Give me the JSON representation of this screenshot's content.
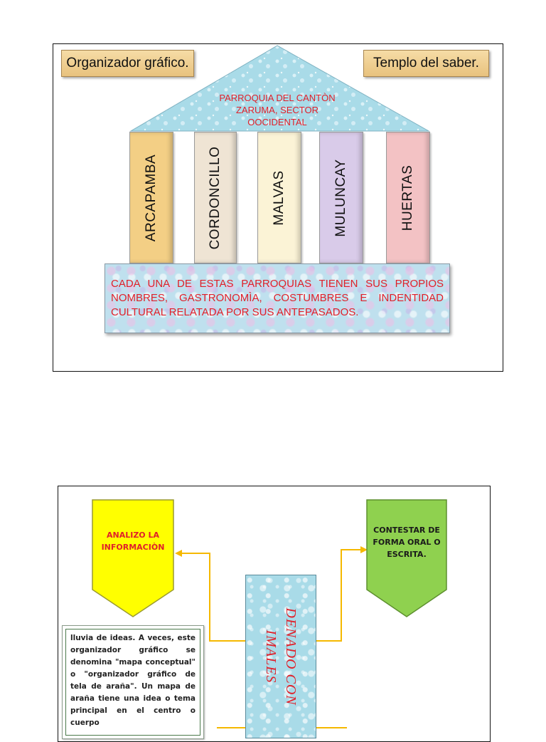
{
  "temple_diagram": {
    "left_label": "Organizador gráfico.",
    "right_label": "Templo del saber.",
    "roof_text": [
      "PARROQUIA DEL CANTÒN",
      "ZARUMA, SECTOR",
      "OOCIDENTAL"
    ],
    "columns": [
      {
        "label": "ARCAPAMBA",
        "color": "#f3cf85"
      },
      {
        "label": "CORDONCILLO",
        "color": "#efe4d4"
      },
      {
        "label": "MALVAS",
        "color": "#fbf3d6"
      },
      {
        "label": "MULUNCAY",
        "color": "#d9cbe9"
      },
      {
        "label": "HUERTAS",
        "color": "#f3c2c4"
      }
    ],
    "base_text": "CADA UNA DE ESTAS PARROQUIAS TIENEN SUS PROPIOS NOMBRES, GASTRONOMÌA, COSTUMBRES E INDENTIDAD CULTURAL RELATADA POR SUS ANTEPASADOS."
  },
  "flow_diagram": {
    "left_shield": {
      "lines": [
        "ANALIZO LA",
        "INFORMACIÒN"
      ],
      "fill": "#ffff00",
      "text_color": "#e0202a"
    },
    "right_shield": {
      "lines": [
        "CONTESTAR DE",
        "FORMA ORAL O",
        "ESCRITA."
      ],
      "fill": "#8fd14f",
      "text_color": "#1a1a1a"
    },
    "center_lines": [
      "DENADO CON",
      "IMALES"
    ],
    "info_text": "lluvia de ideas. A veces, este organizador gráfico se denomina \"mapa conceptual\" o \"organizador gráfico de tela de araña\". Un mapa de araña tiene una idea o tema principal en el centro o cuerpo",
    "connector_color": "#f5b800"
  }
}
